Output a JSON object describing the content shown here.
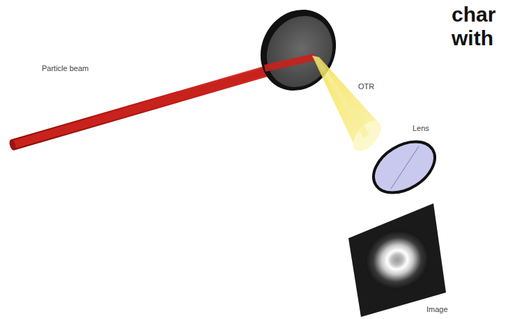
{
  "diagram": {
    "labels": [
      "char",
      "with",
      "Particle beam",
      "OTR",
      "Lens",
      "Image"
    ]
  }
}
